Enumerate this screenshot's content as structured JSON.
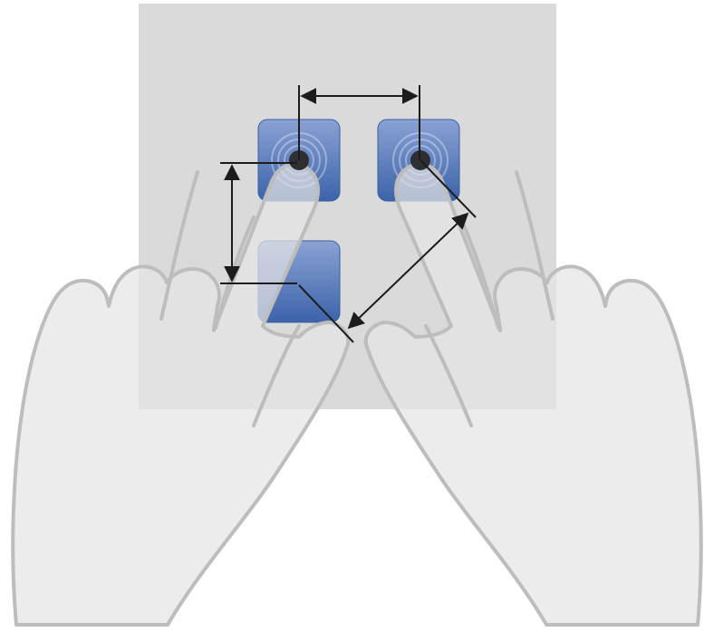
{
  "diagram": {
    "screen_color": "#dadada",
    "button_gradient_top": "#7f98cd",
    "button_gradient_bottom": "#3d66ad",
    "button_border": "#3a5f9f",
    "touch_point_color": "#2f2f33",
    "hand_fill": "#e9e9e9",
    "hand_stroke": "#bcbcbc",
    "dimension_line_color": "#1c1c1c",
    "buttons": [
      {
        "name": "top-left",
        "touched": true
      },
      {
        "name": "top-right",
        "touched": true
      },
      {
        "name": "bottom-left",
        "touched": false
      }
    ],
    "dimensions": [
      "horizontal-spacing",
      "vertical-spacing",
      "diagonal-spacing"
    ]
  }
}
